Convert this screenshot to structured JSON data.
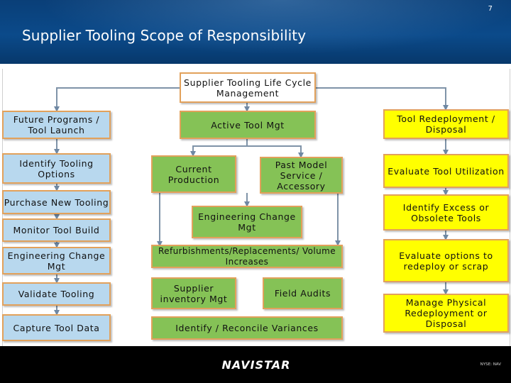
{
  "header": {
    "page_number": "7",
    "title": "Supplier Tooling Scope of Responsibility"
  },
  "diagram": {
    "root": "Supplier Tooling Life Cycle Management",
    "left_column": [
      "Future Programs / Tool Launch",
      "Identify Tooling Options",
      "Purchase New Tooling",
      "Monitor Tool Build",
      "Engineering Change Mgt",
      "Validate Tooling",
      "Capture Tool Data"
    ],
    "center": {
      "active": "Active Tool Mgt",
      "current_production": "Current Production",
      "past_model": "Past Model Service / Accessory",
      "engineering_change": "Engineering Change Mgt",
      "refurbishments": "Refurbishments/Replacements/ Volume Increases",
      "supplier_inventory": "Supplier inventory Mgt",
      "field_audits": "Field Audits",
      "identify_reconcile": "Identify / Reconcile Variances"
    },
    "right_column": [
      "Tool Redeployment / Disposal",
      "Evaluate Tool Utilization",
      "Identify Excess or Obsolete Tools",
      "Evaluate options to redeploy or scrap",
      "Manage Physical Redeployment or Disposal"
    ]
  },
  "footer": {
    "logo_text": "NAVISTAR",
    "ticker": "NYSE: NAV"
  },
  "colors": {
    "header": "#0b4a8a",
    "blue_box": "#b8d8ee",
    "green_box": "#85c256",
    "yellow_box": "#ffff00",
    "box_border": "#e2a15b",
    "arrow": "#7f93a8"
  }
}
